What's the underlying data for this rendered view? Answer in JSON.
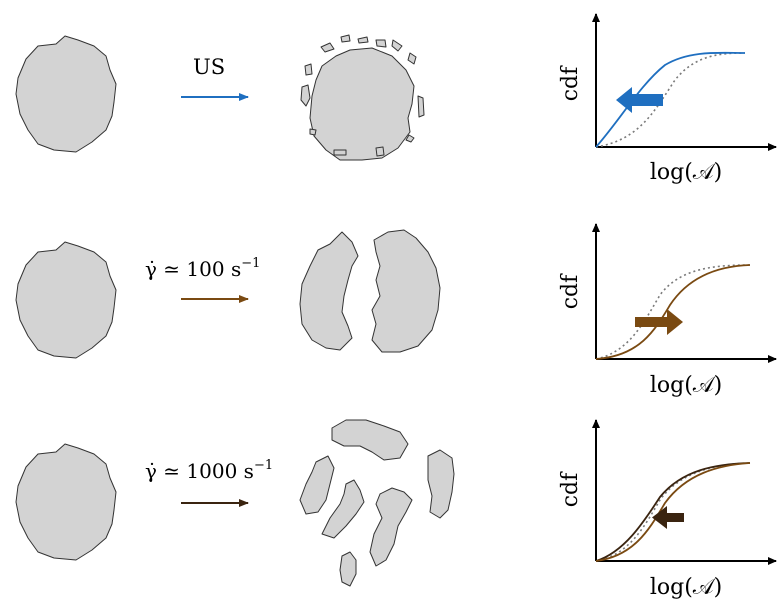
{
  "colors": {
    "row1": "#1f6fc0",
    "row2": "#7a4a12",
    "row3": "#3a2410",
    "particle_fill": "#d3d3d3",
    "particle_stroke": "#333333",
    "reference_curve": "#7a7a7a"
  },
  "rows": [
    {
      "condition": "US",
      "plot": {
        "ylabel": "cdf",
        "xlabel": "log(𝒜)",
        "shift_arrow": "left"
      }
    },
    {
      "condition_prefix": "γ̇ ≃ 100 s",
      "condition_exp": "−1",
      "plot": {
        "ylabel": "cdf",
        "xlabel": "log(𝒜)",
        "shift_arrow": "right"
      }
    },
    {
      "condition_prefix": "γ̇ ≃ 1000 s",
      "condition_exp": "−1",
      "plot": {
        "ylabel": "cdf",
        "xlabel": "log(𝒜)",
        "shift_arrow": "left"
      }
    }
  ]
}
